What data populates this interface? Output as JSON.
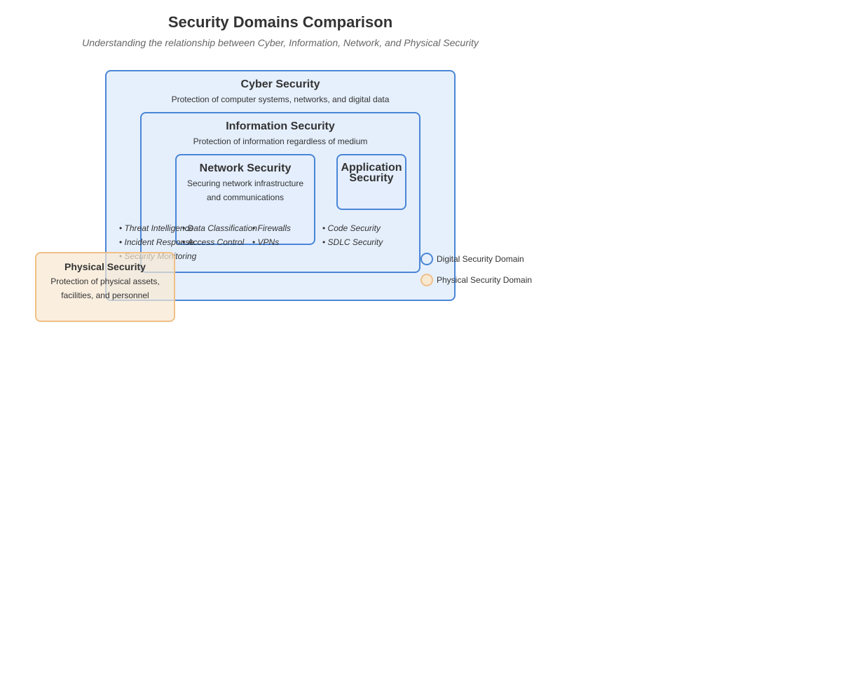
{
  "header": {
    "title": "Security Domains Comparison",
    "subtitle": "Understanding the relationship between Cyber, Information, Network, and Physical Security"
  },
  "domains": {
    "cyber": {
      "title": "Cyber Security",
      "description": "Protection of computer systems, networks, and digital data",
      "items": [
        "Threat Intelligence",
        "Incident Response",
        "Security Monitoring"
      ]
    },
    "information": {
      "title": "Information Security",
      "description": "Protection of information regardless of medium",
      "items": [
        "Data Classification",
        "Access Control"
      ]
    },
    "network": {
      "title": "Network Security",
      "description": "Securing network infrastructure and communications",
      "items": [
        "Firewalls",
        "VPNs"
      ]
    },
    "application": {
      "title": "Application Security",
      "items": [
        "Code Security",
        "SDLC Security"
      ]
    },
    "physical": {
      "title": "Physical Security",
      "description": "Protection of physical assets, facilities, and personnel"
    }
  },
  "legend": {
    "digital": "Digital Security Domain",
    "physical": "Physical Security Domain"
  },
  "colors": {
    "digital_border": "#4a86d6",
    "digital_fill": "#e6f0fc",
    "physical_border": "#f0bf86",
    "physical_fill": "#f8e8d2"
  }
}
